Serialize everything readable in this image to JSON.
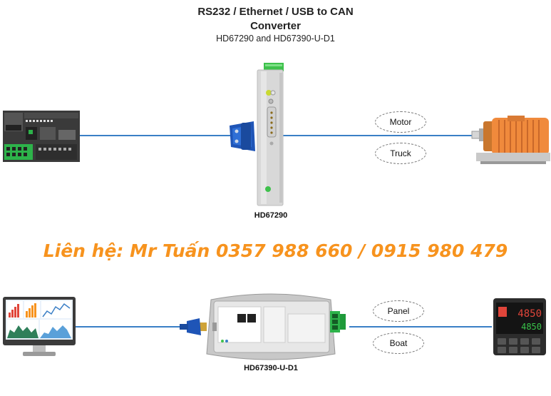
{
  "header": {
    "line1": "RS232 / Ethernet / USB to CAN",
    "line2": "Converter",
    "line3": "HD67290 and HD67390-U-D1"
  },
  "devices": {
    "top_label": "HD67290",
    "bottom_label": "HD67390-U-D1"
  },
  "contact": "Liên hệ: Mr Tuấn 0357 988 660 / 0915 980 479",
  "ovals": {
    "motor": "Motor",
    "truck": "Truck",
    "panel": "Panel",
    "boat": "Boat"
  },
  "display": {
    "top_value": "4850",
    "bottom_value": "4850"
  },
  "colors": {
    "link": "#3a7fc6",
    "accent": "#f7931e",
    "motor": "#f08a3c",
    "terminal": "#2db34a"
  }
}
